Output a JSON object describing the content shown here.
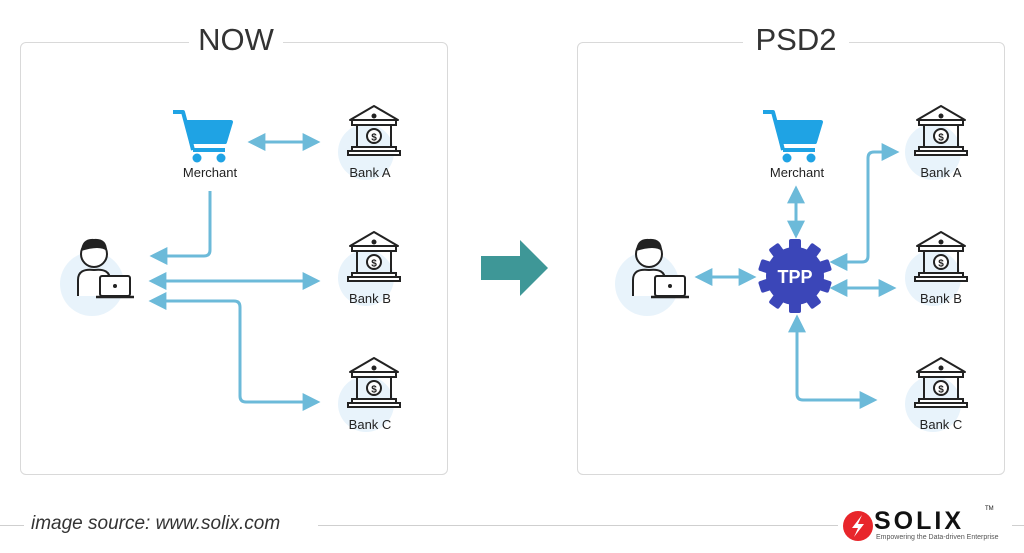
{
  "panels": {
    "now": {
      "title": "NOW",
      "merchant_label": "Merchant",
      "bank_a_label": "Bank A",
      "bank_b_label": "Bank B",
      "bank_c_label": "Bank C"
    },
    "psd2": {
      "title": "PSD2",
      "merchant_label": "Merchant",
      "tpp_label": "TPP",
      "bank_a_label": "Bank A",
      "bank_b_label": "Bank B",
      "bank_c_label": "Bank C"
    }
  },
  "footer": {
    "source": "image source: www.solix.com",
    "logo": "SOLIX",
    "tagline": "Empowering the Data-driven Enterprise",
    "tm": "TM"
  },
  "colors": {
    "arrow": "#6cbad9",
    "cart": "#1fa3e4",
    "tpp": "#3b46b8",
    "transition_arrow": "#3e9797",
    "icon_bg": "#e8f3fb",
    "logo_red": "#e8262b"
  },
  "icons": [
    "shopping-cart-icon",
    "bank-icon",
    "user-laptop-icon",
    "gear-icon",
    "right-arrow-icon",
    "solix-logo-icon"
  ]
}
